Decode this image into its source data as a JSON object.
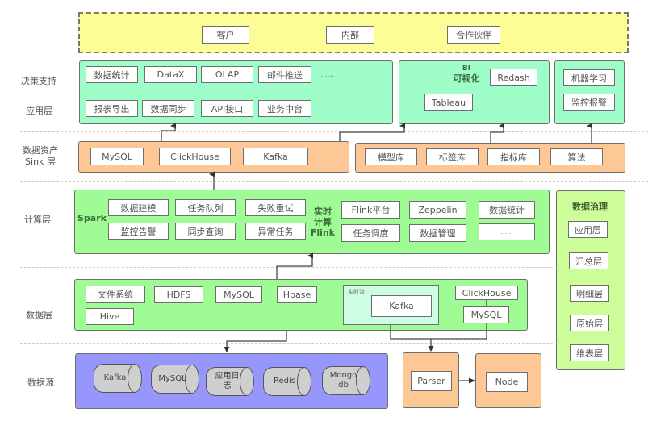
{
  "layers": {
    "decision": "决策支持",
    "application": "应用层",
    "asset_line1": "数据资产",
    "asset_line2": "Sink 层",
    "compute": "计算层",
    "data": "数据层",
    "source": "数据源"
  },
  "users": [
    "客户",
    "内部",
    "合作伙伴"
  ],
  "decision_row": [
    "数据统计",
    "DataX",
    "OLAP",
    "邮件推送",
    "......"
  ],
  "application_row": [
    "报表导出",
    "数据同步",
    "API接口",
    "业务中台",
    "......"
  ],
  "bi": {
    "title_line1": "BI",
    "title_line2": "可视化",
    "items": [
      "Redash",
      "Tableau"
    ]
  },
  "ai": [
    "机器学习",
    "监控报警"
  ],
  "sink_left": [
    "MySQL",
    "ClickHouse",
    "Kafka"
  ],
  "sink_right": [
    "模型库",
    "标签库",
    "指标库",
    "算法"
  ],
  "compute": {
    "spark_label": "Spark",
    "spark_items": [
      "数据建模",
      "任务队列",
      "失败重试",
      "监控告警",
      "同步查询",
      "异常任务"
    ],
    "flink_label_line1": "实时",
    "flink_label_line2": "计算",
    "flink_label_line3": "Flink",
    "flink_items": [
      "Flink平台",
      "Zeppelin",
      "数据统计",
      "任务调度",
      "数据管理",
      "......"
    ]
  },
  "governance": {
    "title": "数据治理",
    "items": [
      "应用层",
      "汇总层",
      "明细层",
      "原始层",
      "维表层"
    ]
  },
  "storage": {
    "items": [
      "文件系统",
      "HDFS",
      "MySQL",
      "Hbase",
      "Hive"
    ],
    "realtime_label": "实时流",
    "realtime_item": "Kafka",
    "right_items": [
      "ClickHouse",
      "MySQL"
    ]
  },
  "sources": [
    {
      "line1": "Kafka",
      "line2": ""
    },
    {
      "line1": "MySQL",
      "line2": ""
    },
    {
      "line1": "应用日",
      "line2": "志"
    },
    {
      "line1": "Redis",
      "line2": ""
    },
    {
      "line1": "Mongo",
      "line2": "db"
    }
  ],
  "pipeline": [
    "Parser",
    "Node"
  ],
  "colors": {
    "users_bg": "#fdfd96",
    "app_bg": "#9ffdc9",
    "sink_bg": "#fdc896",
    "compute_bg": "#9ffc95",
    "governance_bg": "#cdfd98",
    "source_bg": "#9696fd"
  }
}
